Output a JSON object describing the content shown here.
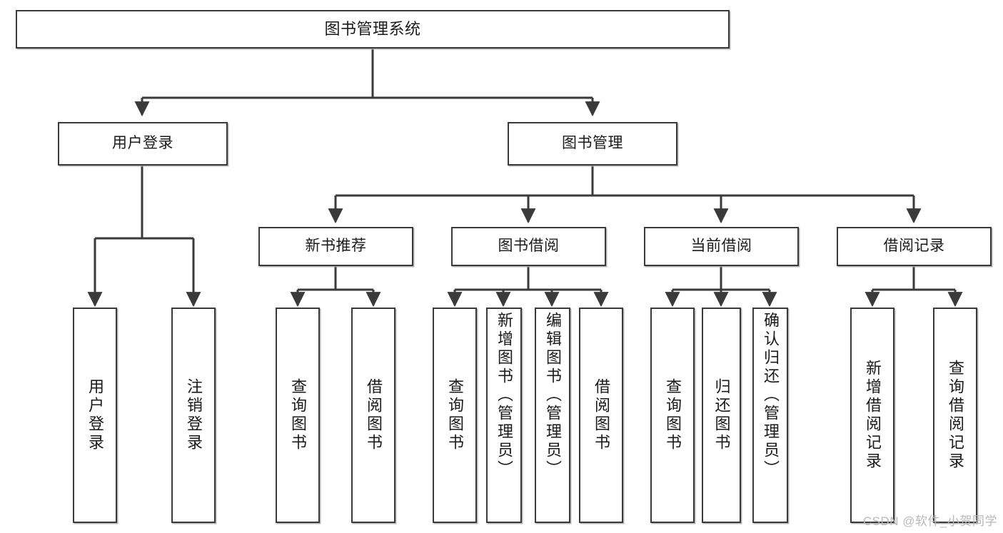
{
  "diagram": {
    "type": "tree-hierarchy-functional-decomposition",
    "title": "图书管理系统",
    "stroke_color": "#3a3a3a",
    "background_color": "#ffffff",
    "text_color": "#1a1a1a",
    "nodes": {
      "root": {
        "label": "图书管理系统"
      },
      "level2": [
        {
          "id": "user-login",
          "label": "用户登录"
        },
        {
          "id": "book-manage",
          "label": "图书管理"
        }
      ],
      "level3": [
        {
          "id": "new-book-recommend",
          "label": "新书推荐"
        },
        {
          "id": "book-borrow",
          "label": "图书借阅"
        },
        {
          "id": "current-borrow",
          "label": "当前借阅"
        },
        {
          "id": "borrow-record",
          "label": "借阅记录"
        }
      ],
      "leaves": {
        "user_login": [
          {
            "id": "leaf-user-login",
            "label": "用户登录"
          },
          {
            "id": "leaf-logout-login",
            "label": "注销登录"
          }
        ],
        "new_book_recommend": [
          {
            "id": "leaf-query-book-1",
            "label": "查询图书"
          },
          {
            "id": "leaf-borrow-book-1",
            "label": "借阅图书"
          }
        ],
        "book_borrow": [
          {
            "id": "leaf-query-book-2",
            "label": "查询图书"
          },
          {
            "id": "leaf-add-book",
            "label": "新增图书（管理员）"
          },
          {
            "id": "leaf-edit-book",
            "label": "编辑图书（管理员）"
          },
          {
            "id": "leaf-borrow-book-2",
            "label": "借阅图书"
          }
        ],
        "current_borrow": [
          {
            "id": "leaf-query-book-3",
            "label": "查询图书"
          },
          {
            "id": "leaf-return-book",
            "label": "归还图书"
          },
          {
            "id": "leaf-confirm-return",
            "label": "确认归还（管理员）"
          }
        ],
        "borrow_record": [
          {
            "id": "leaf-add-record",
            "label": "新增借阅记录"
          },
          {
            "id": "leaf-query-record",
            "label": "查询借阅记录"
          }
        ]
      }
    }
  },
  "watermark": {
    "text": "CSDN @软件_小贺同学"
  }
}
